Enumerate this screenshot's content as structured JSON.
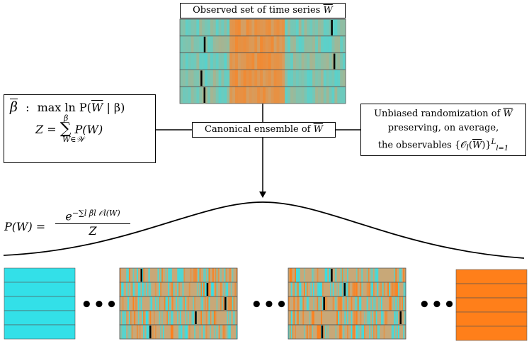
{
  "top_label": {
    "text": "Observed set of time series",
    "symbol": "W"
  },
  "center_label": {
    "text": "Canonical ensemble of",
    "symbol": "W"
  },
  "left_box": {
    "line1_beta": "β",
    "line1_colon": ":",
    "line1_max": "max",
    "line1_sub": "β",
    "line1_expr": "ln P(",
    "line1_w": "W",
    "line1_end": "| β)",
    "line2_lhs": "Z =",
    "line2_sum": "∑",
    "line2_sub": "W∈𝒲",
    "line2_rhs": "P(W)"
  },
  "right_box": {
    "line1": "Unbiased randomization of",
    "line1_symbol": "W",
    "line2": "preserving, on average,",
    "line3": "the observables {𝒪",
    "line3_sub": "l",
    "line3_mid": "(",
    "line3_w": "W",
    "line3_end": ")}",
    "line3_sup": "L",
    "line3_sub2": "l=1"
  },
  "formula": {
    "lhs": "P(W) =",
    "numerator": "e",
    "exponent": "−∑l β̄l 𝒪l(W)",
    "denominator": "Z"
  },
  "ellipsis": "•••",
  "colors": {
    "cyan": "#33e0e8",
    "orange": "#ff7f1a",
    "tan": "#c8a878",
    "line": "#000000"
  }
}
